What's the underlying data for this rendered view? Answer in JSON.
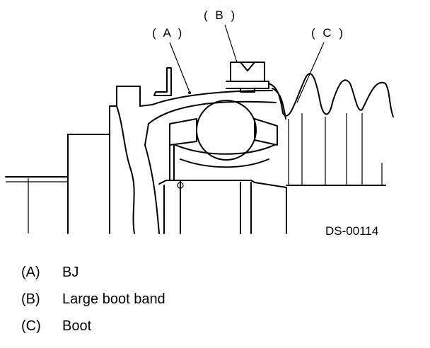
{
  "diagram": {
    "callouts": [
      {
        "id": "A",
        "text": "( A )"
      },
      {
        "id": "B",
        "text": "( B )"
      },
      {
        "id": "C",
        "text": "( C )"
      }
    ],
    "figure_code": "DS-00114"
  },
  "legend": [
    {
      "key": "(A)",
      "label": "BJ"
    },
    {
      "key": "(B)",
      "label": "Large boot band"
    },
    {
      "key": "(C)",
      "label": "Boot"
    }
  ]
}
